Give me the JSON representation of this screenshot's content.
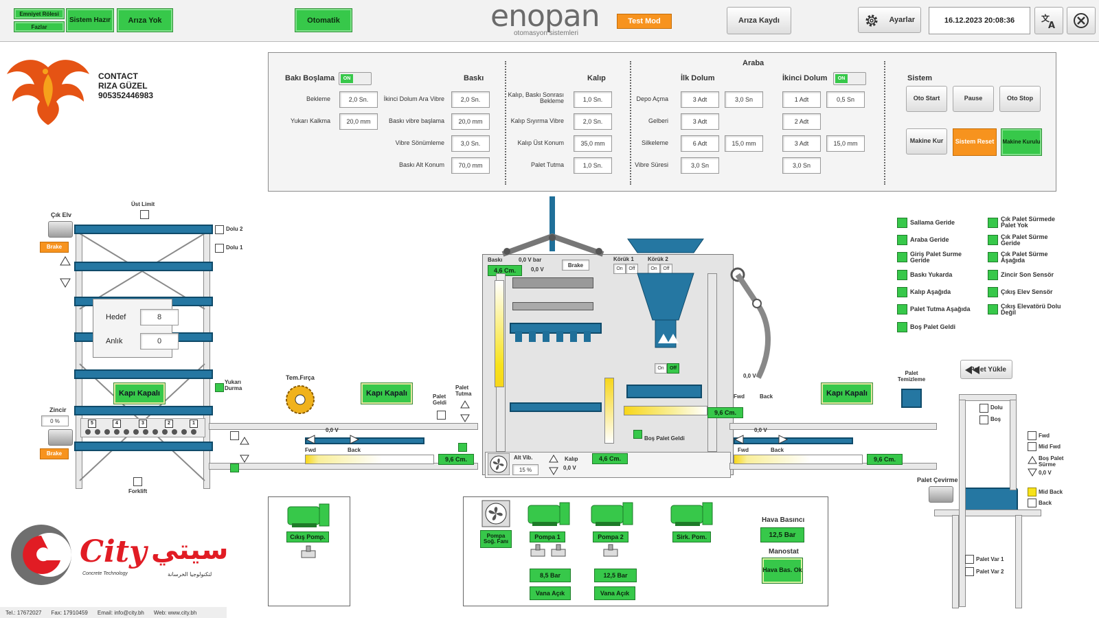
{
  "topbar": {
    "emniyet_label": "Emniyet Rölesi",
    "fazlar_label": "Fazlar",
    "sistem_hazir_label": "Sistem Hazır",
    "ariza_yok_label": "Arıza Yok",
    "otomatik_label": "Otomatik",
    "logo_text": "enopan",
    "logo_subtitle": "otomasyon sistemleri",
    "test_mod_label": "Test Mod",
    "ariza_kaydi_label": "Arıza Kaydı",
    "ayarlar_label": "Ayarlar",
    "datetime": "16.12.2023 20:08:36"
  },
  "contact": {
    "title": "CONTACT",
    "name": "RIZA GÜZEL",
    "phone": "905352446983"
  },
  "params": {
    "baki_bosluma_label": "Bakı Boşlama",
    "toggle_on": "ON",
    "baski_header": "Baskı",
    "kalip_header": "Kalıp",
    "araba_header": "Araba",
    "ilk_dolum_header": "İlk Dolum",
    "ikinci_dolum_header": "İkinci Dolum",
    "sistem_header": "Sistem",
    "bekleme_label": "Bekleme",
    "bekleme_value": "2,0 Sn.",
    "yukari_kalkma_label": "Yukarı Kalkma",
    "yukari_kalkma_value": "20,0 mm",
    "ikinci_dolum_ara_label": "İkinci Dolum Ara Vibre",
    "ikinci_dolum_ara_value": "2,0 Sn.",
    "baski_vibre_label": "Baskı vibre başlama",
    "baski_vibre_value": "20,0 mm",
    "vibre_sonumleme_label": "Vibre Sönümleme",
    "vibre_sonumleme_value": "3,0 Sn.",
    "baski_alt_label": "Baskı Alt Konum",
    "baski_alt_value": "70,0 mm",
    "kalip_baski_sonrasi_label": "Kalıp, Baskı Sonrası Bekleme",
    "kalip_baski_sonrasi_value": "1,0 Sn.",
    "kalip_siyirma_label": "Kalıp Sıyırma Vibre",
    "kalip_siyirma_value": "2,0 Sn.",
    "kalip_ust_label": "Kalıp Üst Konum",
    "kalip_ust_value": "35,0 mm",
    "palet_tutma_label": "Palet Tutma",
    "palet_tutma_value": "1,0 Sn.",
    "depo_acma_label": "Depo Açma",
    "depo_acma_adt": "3 Adt",
    "depo_acma_sn": "3,0 Sn",
    "ikinci_depo_adt": "1 Adt",
    "ikinci_depo_sn": "0,5 Sn",
    "gelberi_label": "Gelberi",
    "gelberi_adt": "3 Adt",
    "ikinci_gelberi_adt": "2 Adt",
    "silkeleme_label": "Silkeleme",
    "silkeleme_adt": "6 Adt",
    "silkeleme_mm": "15,0 mm",
    "ikinci_silkeleme_adt": "3 Adt",
    "ikinci_silkeleme_mm": "15,0 mm",
    "vibre_suresi_label": "Vibre Süresi",
    "vibre_suresi_value": "3,0 Sn",
    "ikinci_vibre_suresi_value": "3,0 Sn",
    "oto_start_label": "Oto Start",
    "pause_label": "Pause",
    "oto_stop_label": "Oto Stop",
    "makine_kur_label": "Makine Kur",
    "sistem_reset_label": "Sistem Reset",
    "makine_kurulu_label": "Makine Kurulu"
  },
  "sensors": {
    "left": [
      "Sallama Geride",
      "Araba Geride",
      "Giriş Palet Surme Geride",
      "Baskı Yukarda",
      "Kalıp Aşağıda",
      "Palet Tutma Aşağıda",
      "Boş Palet Geldi"
    ],
    "right": [
      "Çık Palet Sürmede Palet Yok",
      "Çık Palet Sürme Geride",
      "Çık Palet Sürme Aşağıda",
      "Zincir Son Sensör",
      "Çıkış Elev Sensör",
      "Çıkış Elevatörü Dolu Değil"
    ]
  },
  "elevator": {
    "cik_elv_label": "Çık Elv",
    "ust_limit_label": "Üst Limit",
    "dolu2_label": "Dolu 2",
    "dolu1_label": "Dolu 1",
    "brake_label": "Brake",
    "hedef_label": "Hedef",
    "hedef_value": "8",
    "anlik_label": "Anlık",
    "anlik_value": "0",
    "kapi_kapali_label": "Kapı Kapalı",
    "yukari_durma_label": "Yukarı Durma",
    "zincir_label": "Zincir",
    "zincir_value": "0 %",
    "chain_numbers": [
      "5",
      "4",
      "3",
      "2",
      "1"
    ],
    "forklift_label": "Forklift"
  },
  "line": {
    "tem_firca_label": "Tem.Fırça",
    "palet_geldi_label": "Palet Geldi",
    "palet_tutma_label": "Palet Tutma",
    "voltage_left": "0,0 V",
    "fwd_label": "Fwd",
    "back_label": "Back",
    "cm_left": "9,6 Cm.",
    "baski_label": "Baskı",
    "baski_bar": "0,0 V bar",
    "baski_cm": "4,6 Cm.",
    "baski_v": "0,0 V",
    "brake_label": "Brake",
    "koruk1_label": "Körük 1",
    "koruk2_label": "Körük 2",
    "on_label": "On",
    "off_label": "Off",
    "alt_vib_label": "Alt Vib.",
    "alt_vib_value": "15 %",
    "kalip_label": "Kalıp",
    "kalip_v": "0,0 V",
    "kalip_cm": "4,6 Cm.",
    "araba_cm": "9,6 Cm.",
    "araba_v": "0,0 V",
    "bos_palet_geldi_label": "Boş Palet Geldi",
    "voltage_right": "0,0 V",
    "cm_right": "9,6 Cm.",
    "palet_temizleme_label": "Palet Temizleme",
    "palet_yukle_label": "Palet Yükle",
    "dolu_label": "Dolu",
    "bos_label": "Boş",
    "mid_fwd_label": "Mid Fwd",
    "bos_palet_surme_label": "Boş Palet Sürme",
    "bos_palet_v": "0,0 V",
    "mid_back_label": "Mid Back",
    "palet_cevirme_label": "Palet Çevirme",
    "palet_var1_label": "Palet Var 1",
    "palet_var2_label": "Palet Var 2"
  },
  "pumps": {
    "cikis_pomp_label": "Cıkış Pomp.",
    "pompa_sog_label": "Pompa Soğ. Fanı",
    "pompa1_label": "Pompa 1",
    "pompa2_label": "Pompa 2",
    "sirk_pom_label": "Sirk. Pom.",
    "pompa1_bar": "8,5 Bar",
    "pompa2_bar": "12,5 Bar",
    "vana_acik": "Vana Açık",
    "hava_basinci_label": "Hava Basıncı",
    "hava_basinci_value": "12,5 Bar",
    "manostat_label": "Manostat",
    "hava_bas_ok": "Hava Bas. Ok"
  },
  "footer": {
    "city_latin": "City",
    "city_arabic": "سيتي",
    "city_tag": "Concrete Technology",
    "city_arabic_tag": "لتكنولوجيا الخرسانة",
    "tel": "Tel.: 17672027",
    "fax": "Fax: 17910459",
    "email": "Email: info@city.bh",
    "web": "Web: www.city.bh"
  },
  "colors": {
    "green": "#37c84a",
    "orange": "#f7931e",
    "blue": "#2577a2",
    "yellow": "#f7e21a"
  }
}
